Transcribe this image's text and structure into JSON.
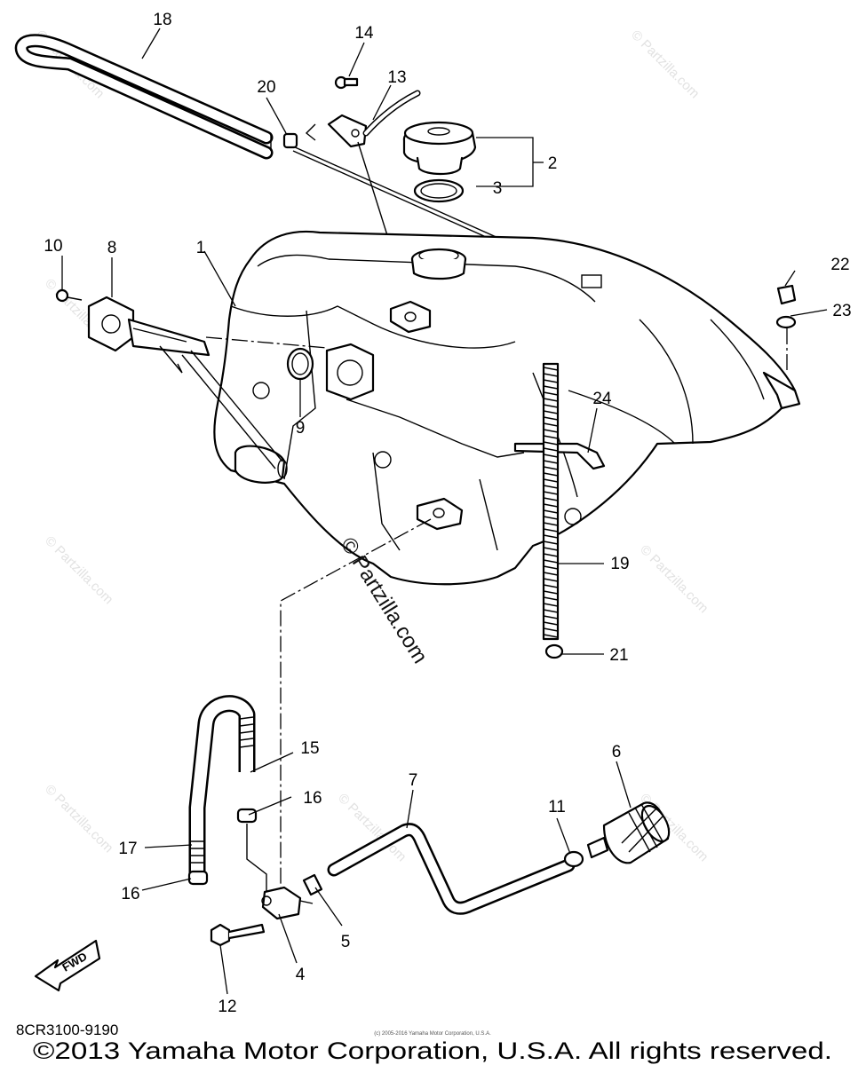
{
  "diagram": {
    "code": "8CR3100-9190",
    "copyright": "©2013 Yamaha Motor Corporation, U.S.A. All rights reserved.",
    "copyright_small": "(c) 2005-2016 Yamaha Motor Corporation, U.S.A.",
    "fwd_label": "FWD",
    "watermark_main": "© Partzilla.com",
    "watermark_tile": "© Partzilla.com",
    "callouts": [
      {
        "id": "c1",
        "label": "1"
      },
      {
        "id": "c2",
        "label": "2"
      },
      {
        "id": "c3",
        "label": "3"
      },
      {
        "id": "c4",
        "label": "4"
      },
      {
        "id": "c5",
        "label": "5"
      },
      {
        "id": "c6",
        "label": "6"
      },
      {
        "id": "c7",
        "label": "7"
      },
      {
        "id": "c8",
        "label": "8"
      },
      {
        "id": "c9",
        "label": "9"
      },
      {
        "id": "c10",
        "label": "10"
      },
      {
        "id": "c11",
        "label": "11"
      },
      {
        "id": "c12",
        "label": "12"
      },
      {
        "id": "c13",
        "label": "13"
      },
      {
        "id": "c14",
        "label": "14"
      },
      {
        "id": "c15",
        "label": "15"
      },
      {
        "id": "c16a",
        "label": "16"
      },
      {
        "id": "c16b",
        "label": "16"
      },
      {
        "id": "c17",
        "label": "17"
      },
      {
        "id": "c18",
        "label": "18"
      },
      {
        "id": "c19",
        "label": "19"
      },
      {
        "id": "c20",
        "label": "20"
      },
      {
        "id": "c21",
        "label": "21"
      },
      {
        "id": "c22",
        "label": "22"
      },
      {
        "id": "c23",
        "label": "23"
      },
      {
        "id": "c24",
        "label": "24"
      }
    ]
  }
}
